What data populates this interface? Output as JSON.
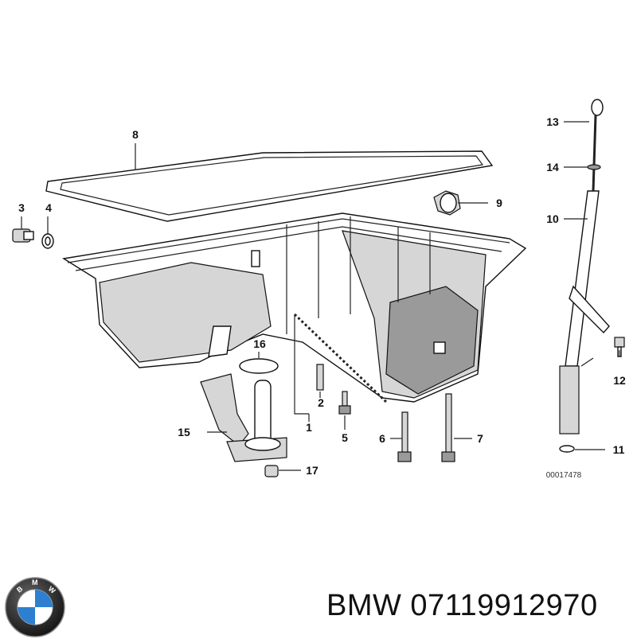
{
  "diagram": {
    "callouts": {
      "c1": "1",
      "c2": "2",
      "c3": "3",
      "c4": "4",
      "c5": "5",
      "c6": "6",
      "c7": "7",
      "c8": "8",
      "c9": "9",
      "c10": "10",
      "c11": "11",
      "c12": "12",
      "c13": "13",
      "c14": "14",
      "c15": "15",
      "c16": "16",
      "c17": "17"
    },
    "reference_number": "00017478"
  },
  "footer": {
    "logo": "bmw-roundel",
    "logo_text": "BMW",
    "brand_and_part": "BMW 07119912970"
  }
}
